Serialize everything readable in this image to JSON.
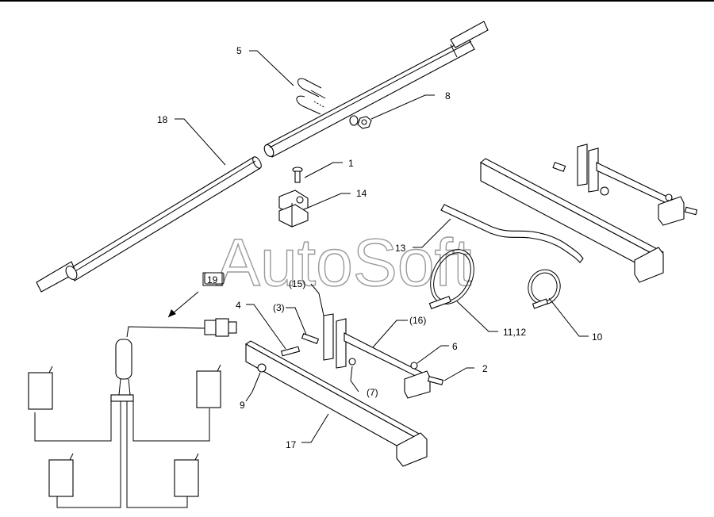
{
  "diagram": {
    "watermark": "AutoSoft",
    "callouts": [
      {
        "id": "callout-5",
        "text": "5"
      },
      {
        "id": "callout-8",
        "text": "8"
      },
      {
        "id": "callout-18",
        "text": "18"
      },
      {
        "id": "callout-1",
        "text": "1"
      },
      {
        "id": "callout-14",
        "text": "14"
      },
      {
        "id": "callout-13",
        "text": "13"
      },
      {
        "id": "callout-15",
        "text": "(15)"
      },
      {
        "id": "callout-19",
        "text": "19"
      },
      {
        "id": "callout-4",
        "text": "4"
      },
      {
        "id": "callout-3",
        "text": "(3)"
      },
      {
        "id": "callout-16",
        "text": "(16)"
      },
      {
        "id": "callout-6",
        "text": "6"
      },
      {
        "id": "callout-2",
        "text": "2"
      },
      {
        "id": "callout-7",
        "text": "(7)"
      },
      {
        "id": "callout-9",
        "text": "9"
      },
      {
        "id": "callout-17",
        "text": "17"
      },
      {
        "id": "callout-11-12",
        "text": "11,12"
      },
      {
        "id": "callout-10",
        "text": "10"
      }
    ]
  }
}
